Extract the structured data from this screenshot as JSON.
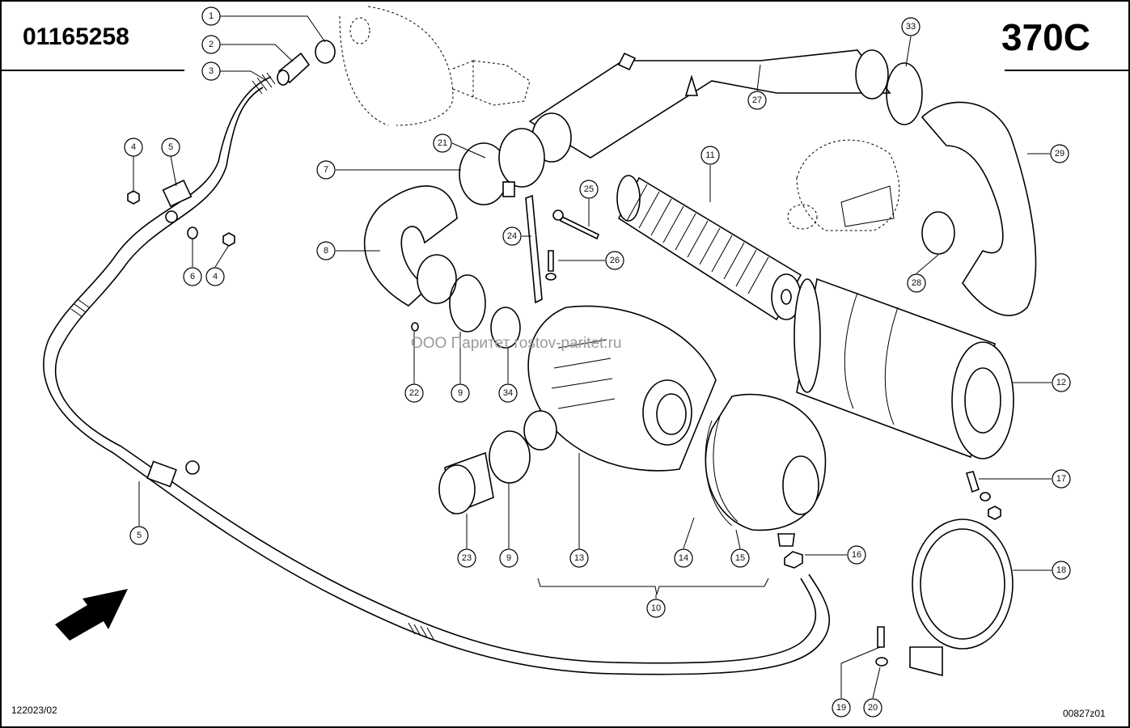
{
  "header": {
    "doc_number": "01165258",
    "section_code": "370C"
  },
  "footer": {
    "left_code": "122023/02",
    "right_code": "00827z01"
  },
  "watermark": "ООО Паритет    rostov-paritet.ru",
  "callouts": [
    {
      "id": "c1",
      "label": "1"
    },
    {
      "id": "c2",
      "label": "2"
    },
    {
      "id": "c3",
      "label": "3"
    },
    {
      "id": "c4a",
      "label": "4"
    },
    {
      "id": "c5a",
      "label": "5"
    },
    {
      "id": "c6",
      "label": "6"
    },
    {
      "id": "c4b",
      "label": "4"
    },
    {
      "id": "c7",
      "label": "7"
    },
    {
      "id": "c8",
      "label": "8"
    },
    {
      "id": "c21",
      "label": "21"
    },
    {
      "id": "c24",
      "label": "24"
    },
    {
      "id": "c25",
      "label": "25"
    },
    {
      "id": "c26",
      "label": "26"
    },
    {
      "id": "c27",
      "label": "27"
    },
    {
      "id": "c33",
      "label": "33"
    },
    {
      "id": "c29",
      "label": "29"
    },
    {
      "id": "c11",
      "label": "11"
    },
    {
      "id": "c28",
      "label": "28"
    },
    {
      "id": "c12",
      "label": "12"
    },
    {
      "id": "c22",
      "label": "22"
    },
    {
      "id": "c9a",
      "label": "9"
    },
    {
      "id": "c34",
      "label": "34"
    },
    {
      "id": "c17",
      "label": "17"
    },
    {
      "id": "c18",
      "label": "18"
    },
    {
      "id": "c16",
      "label": "16"
    },
    {
      "id": "c23",
      "label": "23"
    },
    {
      "id": "c9b",
      "label": "9"
    },
    {
      "id": "c13",
      "label": "13"
    },
    {
      "id": "c14",
      "label": "14"
    },
    {
      "id": "c15",
      "label": "15"
    },
    {
      "id": "c10",
      "label": "10"
    },
    {
      "id": "c5b",
      "label": "5"
    },
    {
      "id": "c19",
      "label": "19"
    },
    {
      "id": "c20",
      "label": "20"
    }
  ]
}
